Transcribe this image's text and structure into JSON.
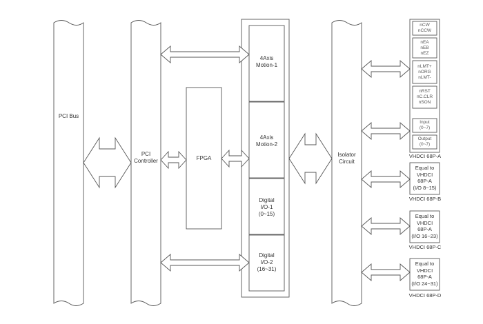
{
  "blocks": {
    "pci_bus": "PCI Bus",
    "pci_controller": [
      "PCI",
      "Controller"
    ],
    "fpga": "FPGA",
    "motion1": [
      "4Axis",
      "Motion-1"
    ],
    "motion2": [
      "4Axis",
      "Motion-2"
    ],
    "dio1": [
      "Digital",
      "I/O-1",
      "(0~15)"
    ],
    "dio2": [
      "Digital",
      "I/O-2",
      "(16~31)"
    ],
    "isolator": [
      "Isolator",
      "Circuit"
    ]
  },
  "connector_a": {
    "caption": "VHDCI 68P-A",
    "groups": [
      [
        "nCW",
        "nCCW"
      ],
      [
        "nEA",
        "nEB",
        "nEZ"
      ],
      [
        "nLMT+",
        "nORG",
        "nLMT-"
      ],
      [
        "nRST",
        "nC.CLR",
        "nSON"
      ],
      [
        "Input",
        "(0~7)"
      ],
      [
        "Output",
        "(0~7)"
      ]
    ]
  },
  "connectors_equal": [
    {
      "caption": "VHDCI 68P-B",
      "lines": [
        "Equal to",
        "VHDCI",
        "68P-A",
        "(I/O 8~15)"
      ]
    },
    {
      "caption": "VHDCI 68P-C",
      "lines": [
        "Equal to",
        "VHDCI",
        "68P-A",
        "(I/O 16~23)"
      ]
    },
    {
      "caption": "VHDCI 68P-D",
      "lines": [
        "Equal to",
        "VHDCI",
        "68P-A",
        "(I/O 24~31)"
      ]
    }
  ]
}
